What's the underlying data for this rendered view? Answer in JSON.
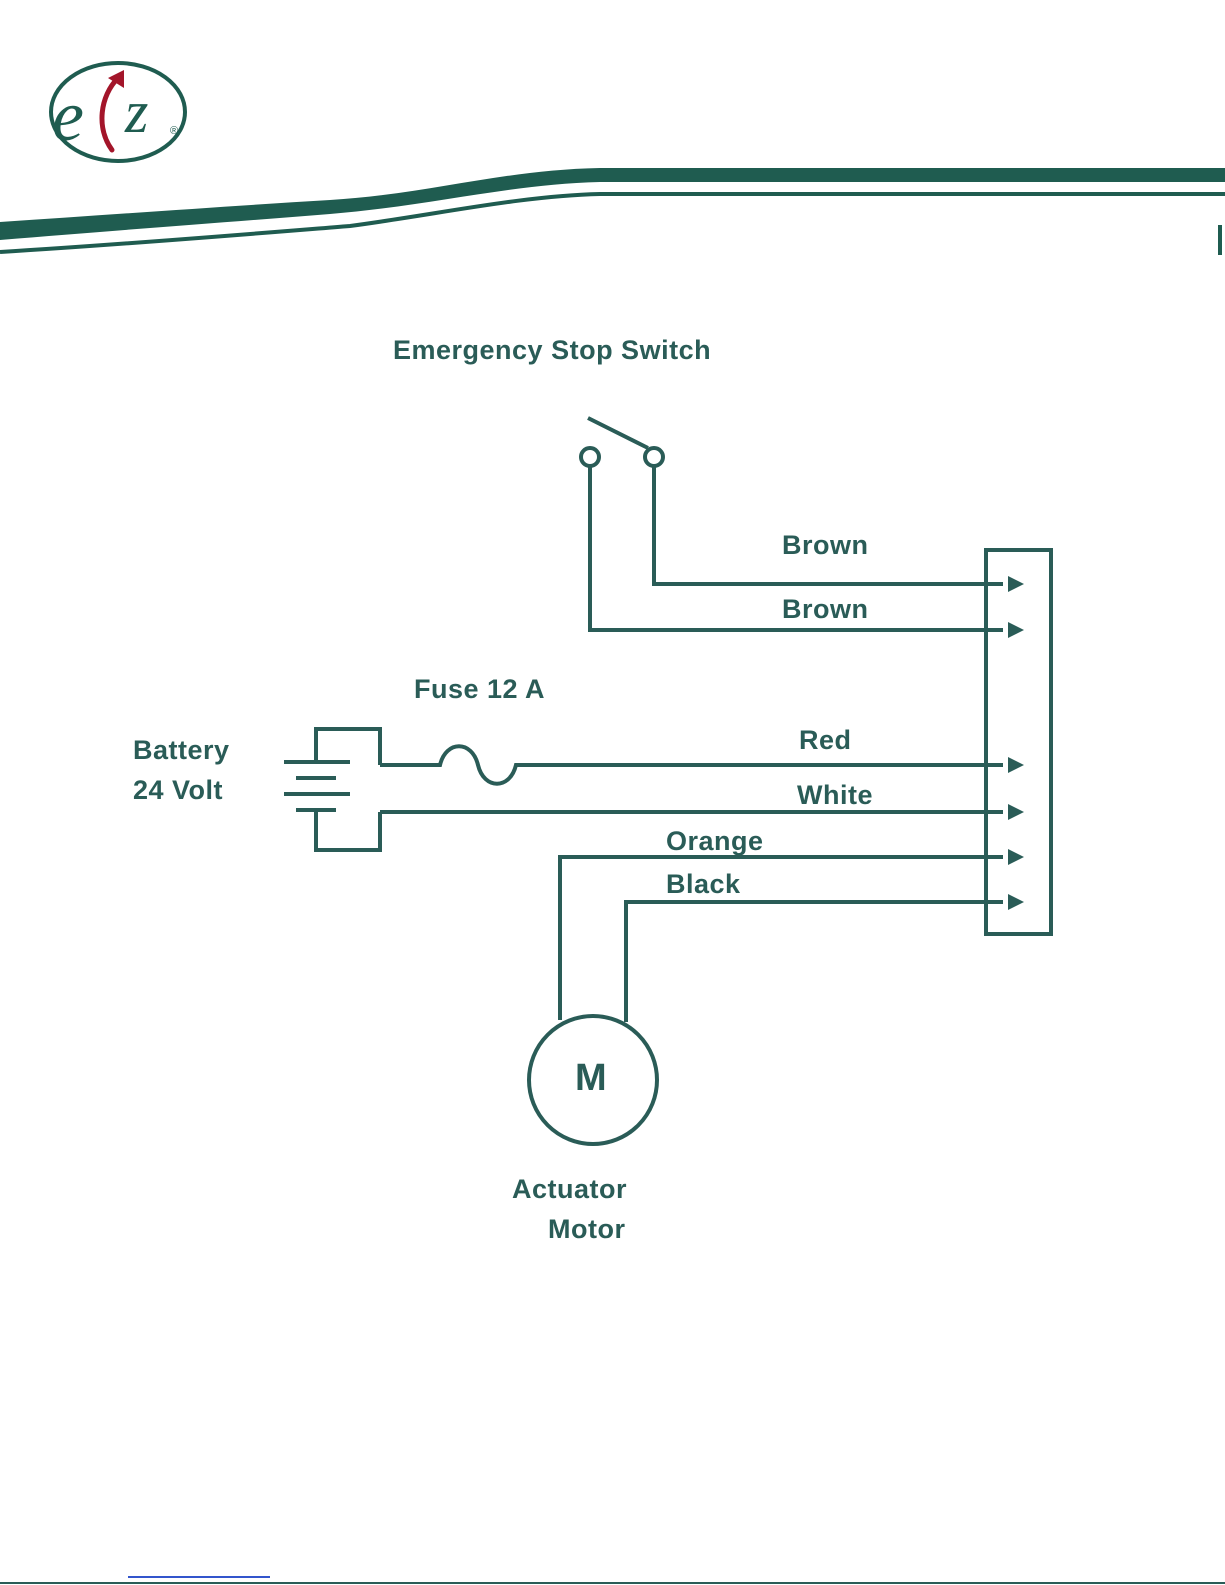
{
  "logo": {
    "letter_left": "e",
    "letter_right": "z",
    "registered": "®",
    "green": "#1f5c50",
    "red": "#a3152a"
  },
  "diagram": {
    "stroke_color": "#2a5c57",
    "labels": {
      "emergency_stop": "Emergency Stop Switch",
      "brown_top": "Brown",
      "brown_bottom": "Brown",
      "fuse": "Fuse 12 A",
      "battery_line1": "Battery",
      "battery_line2": "24 Volt",
      "red": "Red",
      "white": "White",
      "orange": "Orange",
      "black": "Black",
      "motor_symbol": "M",
      "motor_line1": "Actuator",
      "motor_line2": "Motor"
    }
  }
}
